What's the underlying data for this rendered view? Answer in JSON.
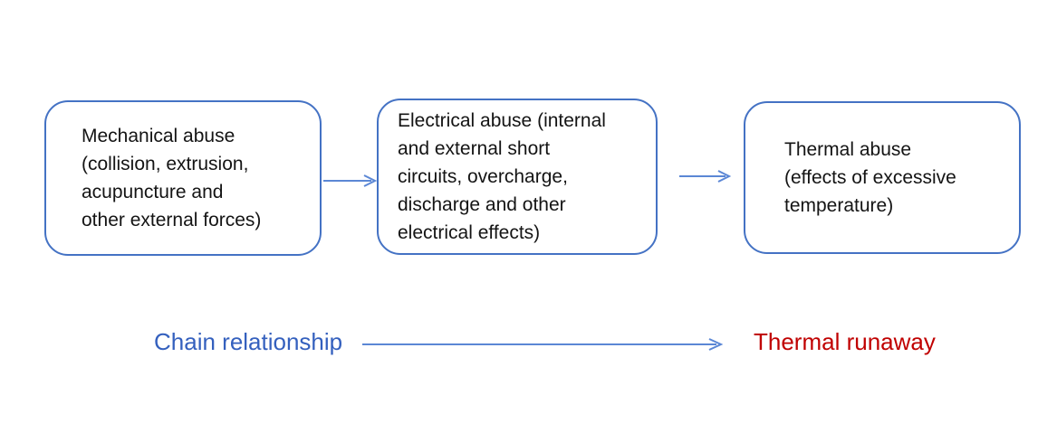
{
  "boxes": [
    {
      "name": "mechanical-abuse",
      "lines": [
        "Mechanical abuse",
        "(collision, extrusion,",
        "acupuncture and",
        "other external forces)"
      ]
    },
    {
      "name": "electrical-abuse",
      "lines": [
        "Electrical abuse (internal",
        "and external short",
        "circuits, overcharge,",
        "discharge and other",
        "electrical effects)"
      ]
    },
    {
      "name": "thermal-abuse",
      "lines": [
        "Thermal abuse",
        "(effects of excessive",
        "temperature)"
      ]
    }
  ],
  "legend": {
    "chain_label": "Chain relationship",
    "result_label": "Thermal runaway"
  },
  "colors": {
    "box_border": "#4472C4",
    "arrow": "#5B87D5",
    "chain_text": "#3460BE",
    "result_text": "#C00000",
    "box_text": "#141414",
    "background": "#FFFFFF"
  }
}
